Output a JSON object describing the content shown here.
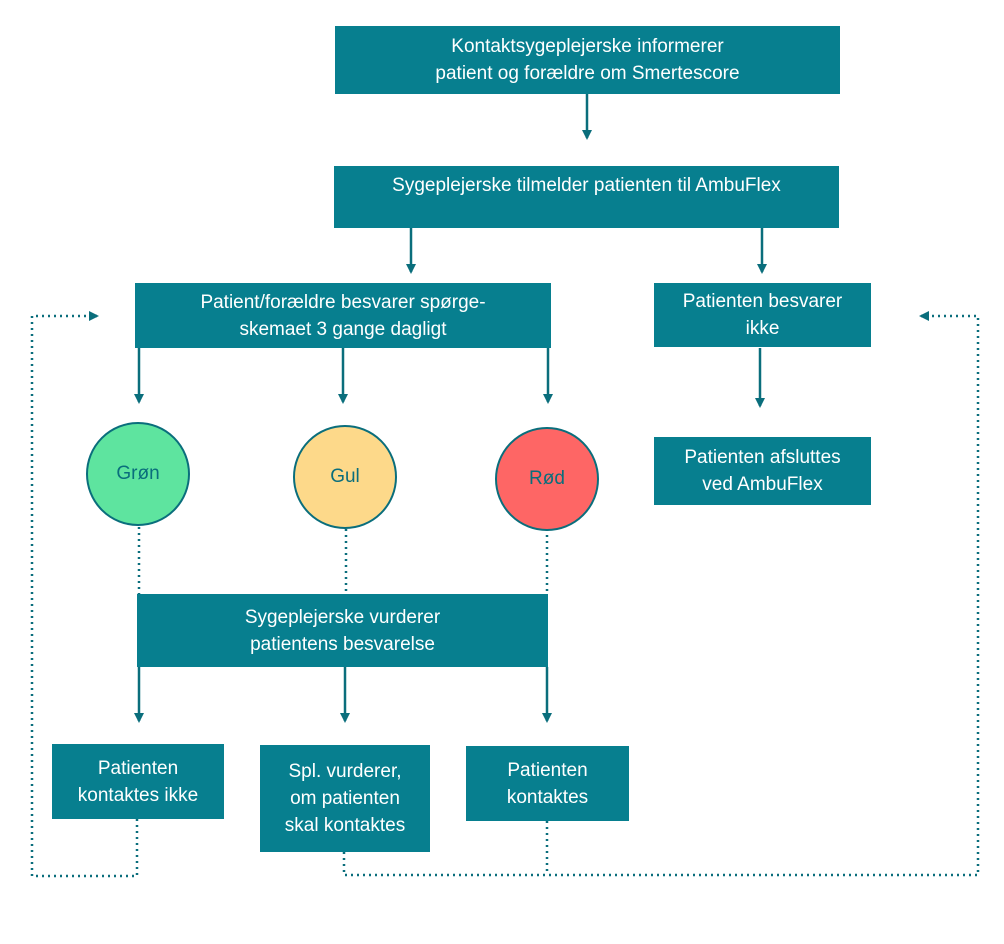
{
  "boxes": {
    "inform": {
      "line1": "Kontaktsygeplejerske informerer",
      "line2": "patient og forældre om Smertescore"
    },
    "enroll": {
      "line1": "Sygeplejerske tilmelder patienten til AmbuFlex"
    },
    "answers": {
      "line1": "Patient/forældre besvarer spørge-",
      "line2": "skemaet 3 gange dagligt"
    },
    "no_answer": {
      "line1": "Patienten besvarer",
      "line2": "ikke"
    },
    "terminated": {
      "line1": "Patienten afsluttes",
      "line2": "ved AmbuFlex"
    },
    "assess": {
      "line1": "Sygeplejerske vurderer",
      "line2": "patientens besvarelse"
    },
    "not_contacted": {
      "line1": "Patienten",
      "line2": "kontaktes ikke"
    },
    "nurse_evaluates": {
      "line1": "Spl. vurderer,",
      "line2": "om patienten",
      "line3": "skal kontaktes"
    },
    "contacted": {
      "line1": "Patienten",
      "line2": "kontaktes"
    }
  },
  "circles": {
    "green": {
      "label": "Grøn",
      "color": "#5ee49f"
    },
    "yellow": {
      "label": "Gul",
      "color": "#fdd98a"
    },
    "red": {
      "label": "Rød",
      "color": "#fe6665"
    }
  },
  "colors": {
    "box": "#077f8f",
    "arrow": "#0a6e7c"
  }
}
